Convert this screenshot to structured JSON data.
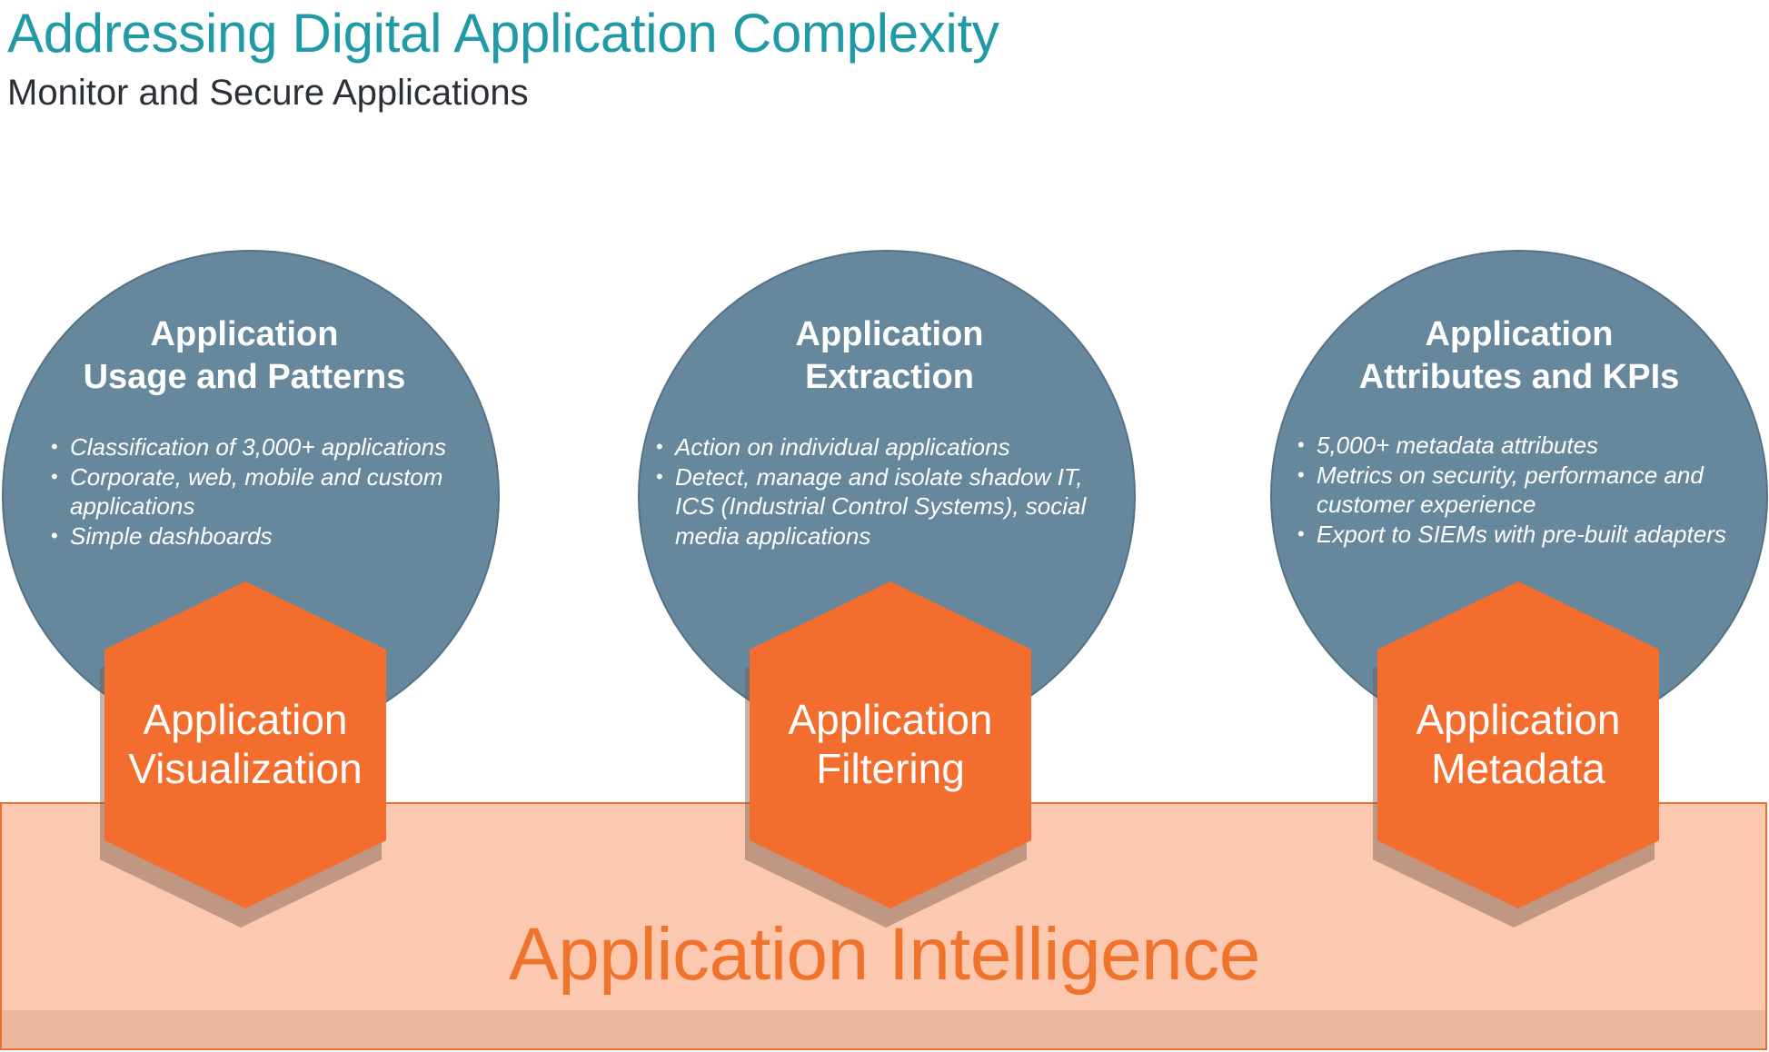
{
  "title": "Addressing Digital Application Complexity",
  "subtitle": "Monitor and Secure Applications",
  "colors": {
    "title": "#1f9aa6",
    "circle": "#67889c",
    "hexagon": "#f36d2e",
    "band_fill": "#fcc9b0",
    "band_text": "#f0732d"
  },
  "columns": [
    {
      "circle_title": [
        "Application",
        "Usage and Patterns"
      ],
      "bullets": [
        "Classification of 3,000+ applications",
        "Corporate, web, mobile and custom applications",
        "Simple dashboards"
      ],
      "hex_label": [
        "Application",
        "Visualization"
      ]
    },
    {
      "circle_title": [
        "Application",
        "Extraction"
      ],
      "bullets": [
        "Action on individual applications",
        "Detect, manage and isolate shadow IT, ICS (Industrial Control Systems), social media applications"
      ],
      "hex_label": [
        "Application",
        "Filtering"
      ]
    },
    {
      "circle_title": [
        "Application",
        "Attributes and KPIs"
      ],
      "bullets": [
        "5,000+ metadata attributes",
        "Metrics on security, performance and customer experience",
        "Export to SIEMs with pre-built adapters"
      ],
      "hex_label": [
        "Application",
        "Metadata"
      ]
    }
  ],
  "base_label": "Application Intelligence"
}
